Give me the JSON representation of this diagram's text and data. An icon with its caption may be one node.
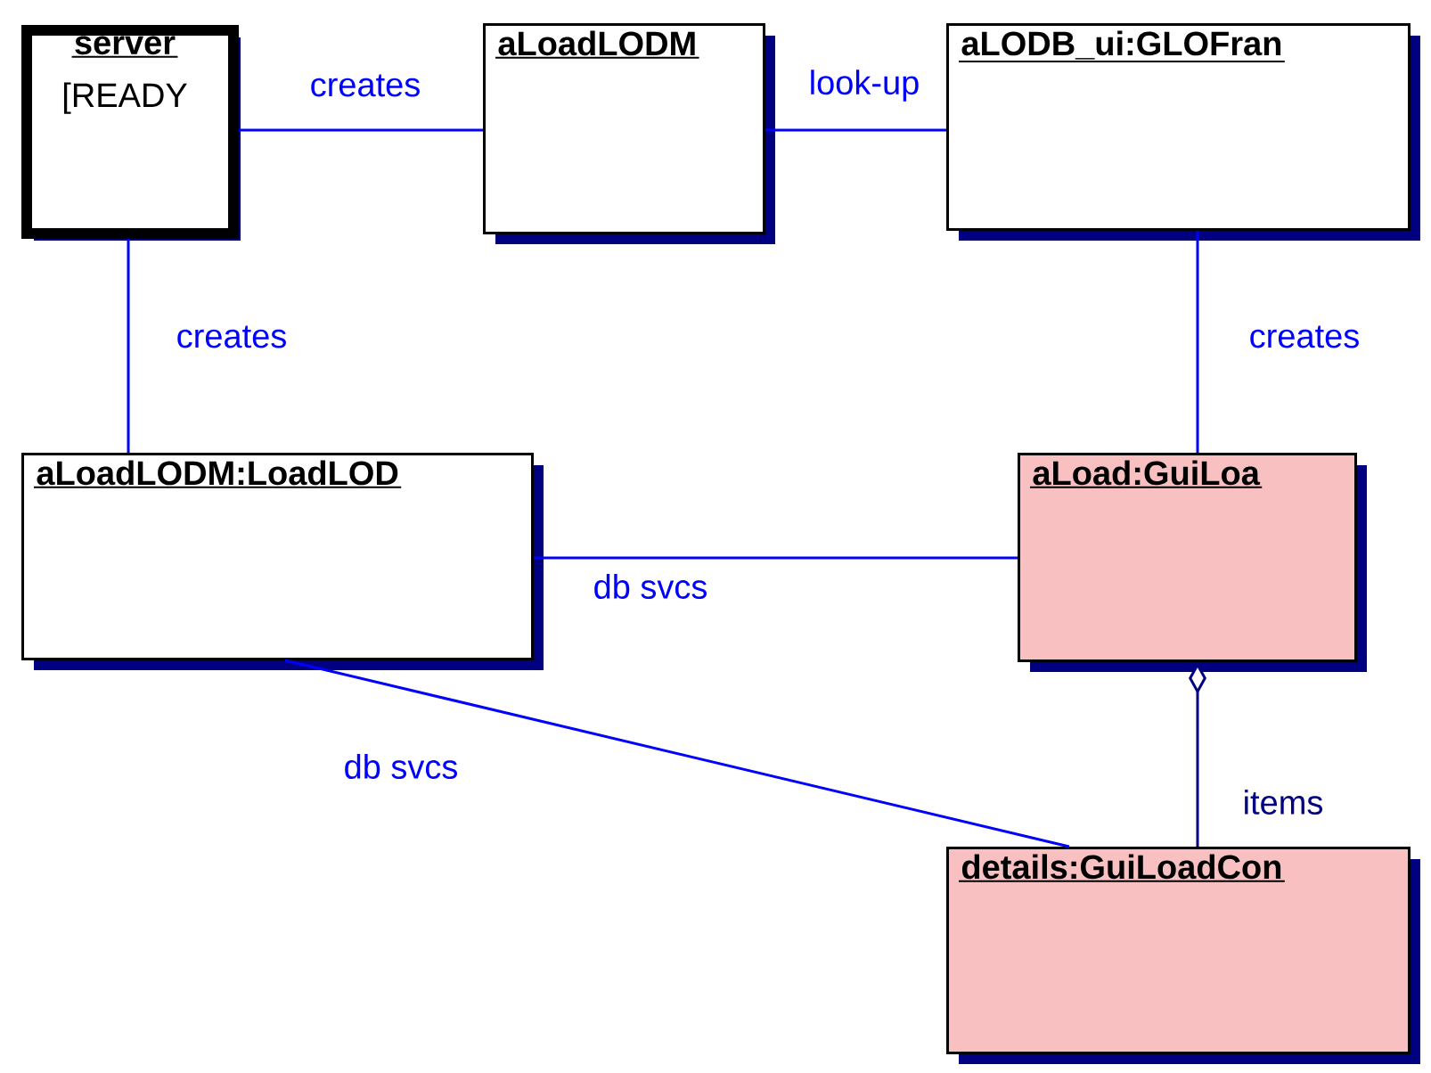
{
  "diagram": {
    "nodes": [
      {
        "text": [
          "server",
          "[READY"
        ]
      },
      {
        "text": [
          "aLoadLODM"
        ]
      },
      {
        "text": [
          "aLODB_ui:GLOFran"
        ]
      },
      {
        "text": [
          "aLoadLODM:LoadLOD"
        ]
      },
      {
        "text": [
          "aLoad:GuiLoa"
        ]
      },
      {
        "text": [
          "details:GuiLoadCon"
        ]
      }
    ],
    "edges": [
      {
        "from": 0,
        "to": 1,
        "arrow": "none",
        "label": "creates"
      },
      {
        "from": 1,
        "to": 2,
        "arrow": "none",
        "label": "look-up"
      },
      {
        "from": 0,
        "to": 3,
        "arrow": "none",
        "label": "creates"
      },
      {
        "from": 2,
        "to": 4,
        "arrow": "none",
        "label": "creates"
      },
      {
        "from": 3,
        "to": 4,
        "arrow": "none",
        "label": "db svcs"
      },
      {
        "from": 3,
        "to": 5,
        "arrow": "none",
        "label": "db svcs"
      },
      {
        "from": 4,
        "to": 5,
        "arrow": "other",
        "label": "items",
        "color": "#000080"
      }
    ]
  }
}
